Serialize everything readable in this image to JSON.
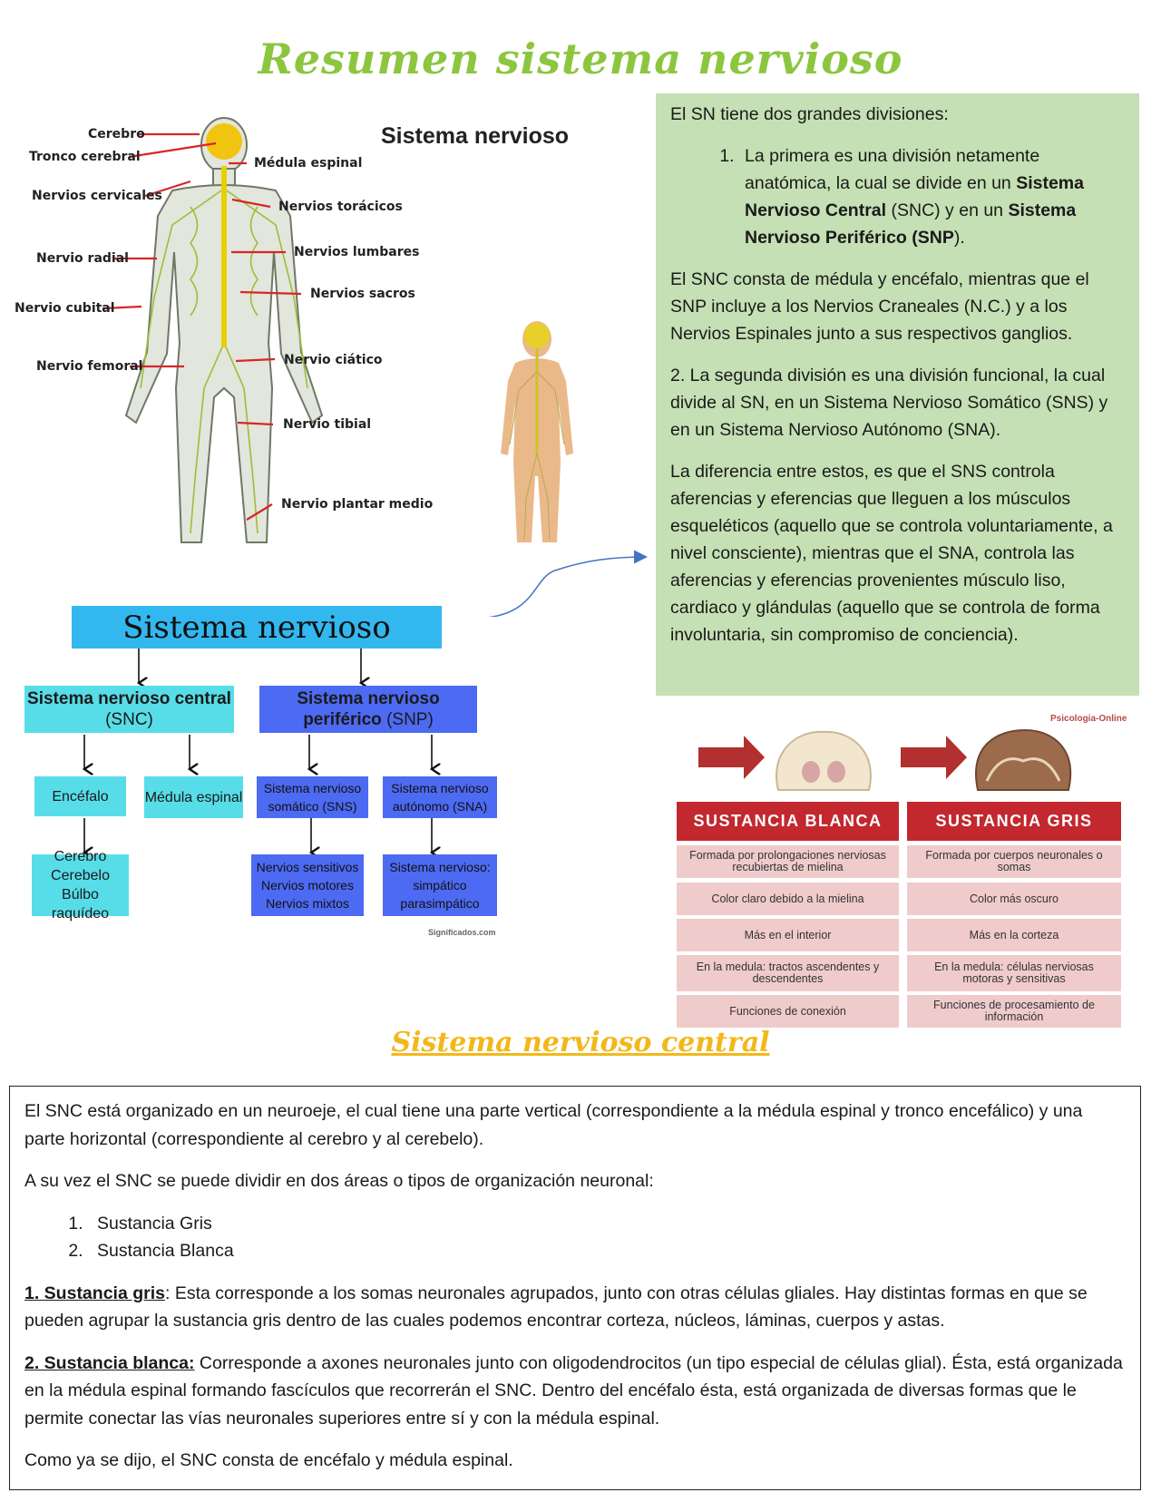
{
  "title": "Resumen sistema nervioso",
  "body_diagram": {
    "title": "Sistema nervioso",
    "labels": {
      "cerebro": "Cerebro",
      "tronco": "Tronco cerebral",
      "medula": "Médula espinal",
      "cervicales": "Nervios cervicales",
      "toracicos": "Nervios torácicos",
      "radial": "Nervio radial",
      "lumbares": "Nervios lumbares",
      "sacros": "Nervios sacros",
      "cubital": "Nervio cubital",
      "femoral": "Nervio femoral",
      "ciatico": "Nervio ciático",
      "tibial": "Nervio tibial",
      "plantar": "Nervio plantar medio"
    }
  },
  "green_box": {
    "intro": "El SN tiene dos grandes divisiones:",
    "item1_pre": "La primera es una división netamente anatómica, la cual se divide en un ",
    "item1_b1": "Sistema Nervioso Central",
    "item1_mid": " (SNC) y en un ",
    "item1_b2": "Sistema Nervioso Periférico (SNP",
    "item1_end": ").",
    "p2": "El SNC consta de médula y encéfalo, mientras que el SNP incluye a los Nervios Craneales (N.C.) y a los Nervios Espinales junto a sus respectivos ganglios.",
    "p3": "2. La segunda división es una división funcional, la cual divide al SN, en un Sistema Nervioso Somático (SNS) y en un Sistema Nervioso Autónomo (SNA).",
    "p4": "La diferencia entre estos, es que el SNS controla aferencias y eferencias que lleguen a los músculos esqueléticos (aquello que se controla voluntariamente, a nivel consciente), mientras que el SNA, controla las aferencias y eferencias provenientes músculo liso, cardiaco y glándulas (aquello que se controla de forma involuntaria, sin compromiso de conciencia)."
  },
  "org_chart": {
    "top": "Sistema nervioso",
    "snc_bold": "Sistema nervioso central",
    "snc_abbr": " (SNC)",
    "snp_bold": "Sistema nervioso periférico",
    "snp_abbr": " (SNP)",
    "encefalo": "Encéfalo",
    "medula": "Médula espinal",
    "sns": "Sistema nervioso somático (SNS)",
    "sna": "Sistema nervioso autónomo (SNA)",
    "encefalo_parts": "Cerebro Cerebelo Búlbo raquídeo",
    "nervios": "Nervios sensitivos Nervios motores Nervios mixtos",
    "simpatico": "Sistema nervioso: simpático parasimpático",
    "credit": "Significados.com"
  },
  "brain_table": {
    "credit": "Psicologia-Online",
    "head_blanca": "SUSTANCIA BLANCA",
    "head_gris": "SUSTANCIA GRIS",
    "blanca": [
      "Formada por prolongaciones nerviosas recubiertas de mielina",
      "Color claro debido a la mielina",
      "Más en el interior",
      "En la medula: tractos ascendentes y descendentes",
      "Funciones de conexión"
    ],
    "gris": [
      "Formada por cuerpos neuronales o somas",
      "Color más oscuro",
      "Más en la corteza",
      "En la medula: células nerviosas motoras y sensitivas",
      "Funciones de procesamiento de información"
    ]
  },
  "section_title": "Sistema nervioso central",
  "bottom_box": {
    "p1": "El SNC está organizado en un neuroeje, el cual tiene una parte vertical (correspondiente a la médula espinal y tronco encefálico) y una parte horizontal (correspondiente al cerebro y al cerebelo).",
    "p2": "A su vez el SNC se puede dividir en dos áreas o tipos de organización neuronal:",
    "list": [
      "Sustancia Gris",
      "Sustancia Blanca"
    ],
    "gris_label": "1. Sustancia gris",
    "gris_text": ": Esta corresponde a los somas neuronales agrupados, junto con otras células gliales. Hay distintas formas en que se pueden agrupar la sustancia gris dentro de las cuales podemos encontrar corteza, núcleos, láminas, cuerpos y astas.",
    "blanca_label": "2. Sustancia blanca:",
    "blanca_text": " Corresponde a axones neuronales junto con oligodendrocitos (un tipo especial de células glial). Ésta, está organizada en la médula espinal formando fascículos que recorrerán el SNC. Dentro del encéfalo ésta, está organizada de diversas formas que le permite conectar las vías neuronales superiores entre sí y con la médula espinal.",
    "p_last": "Como ya se dijo, el SNC consta de encéfalo y médula espinal."
  }
}
